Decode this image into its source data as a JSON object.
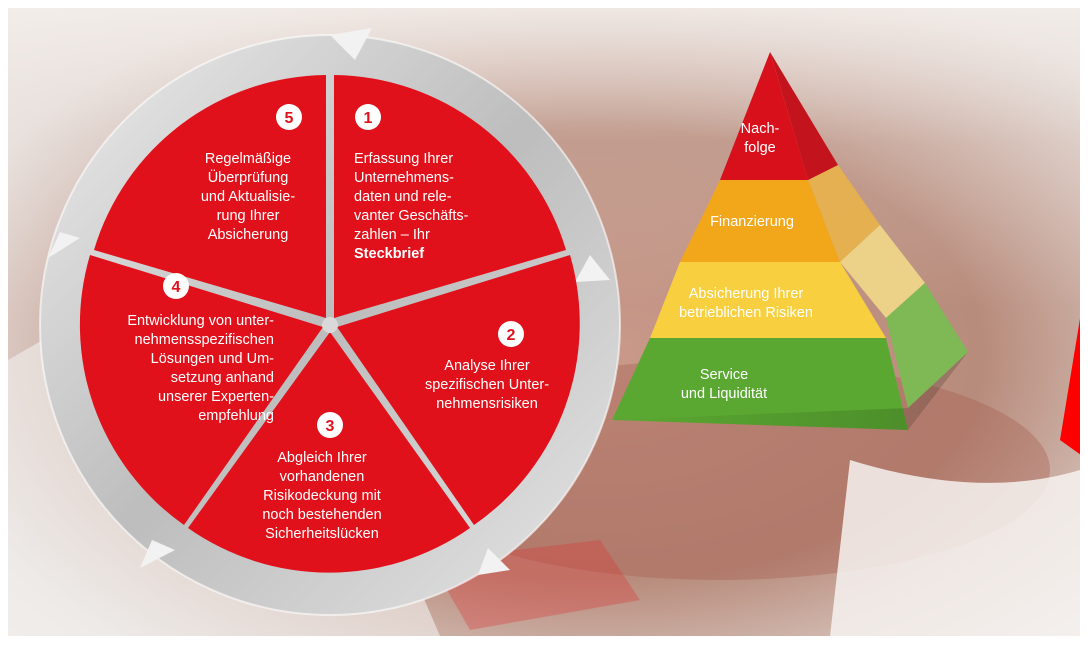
{
  "colors": {
    "wheel_red": "#e0111b",
    "ring_grey": "#c9c9c9",
    "pyramid_red": "#d8101c",
    "pyramid_orange": "#f2a619",
    "pyramid_yellow": "#f7cf3f",
    "pyramid_green": "#5aa832",
    "accent_red": "#ff0000"
  },
  "cycle": {
    "steps": [
      {
        "number": "1",
        "lines": [
          "Erfassung Ihrer",
          "Unternehmens-",
          "daten und rele-",
          "vanter Geschäfts-",
          "zahlen – Ihr",
          "Steckbrief"
        ]
      },
      {
        "number": "2",
        "lines": [
          "Analyse Ihrer",
          "spezifischen Unter-",
          "nehmensrisiken"
        ]
      },
      {
        "number": "3",
        "lines": [
          "Abgleich Ihrer",
          "vorhandenen",
          "Risikodeckung mit",
          "noch bestehenden",
          "Sicherheitslücken"
        ]
      },
      {
        "number": "4",
        "lines": [
          "Entwicklung von unter-",
          "nehmensspezifischen",
          "Lösungen und Um-",
          "setzung anhand",
          "unserer Experten-",
          "empfehlung"
        ]
      },
      {
        "number": "5",
        "lines": [
          "Regelmäßige",
          "Überprüfung",
          "und Aktualisie-",
          "rung Ihrer",
          "Absicherung"
        ]
      }
    ]
  },
  "pyramid": {
    "levels": [
      {
        "lines": [
          "Nach-",
          "folge"
        ]
      },
      {
        "lines": [
          "Finanzierung"
        ]
      },
      {
        "lines": [
          "Absicherung Ihrer",
          "betrieblichen Risiken"
        ]
      },
      {
        "lines": [
          "Service",
          "und Liquidität"
        ]
      }
    ]
  }
}
